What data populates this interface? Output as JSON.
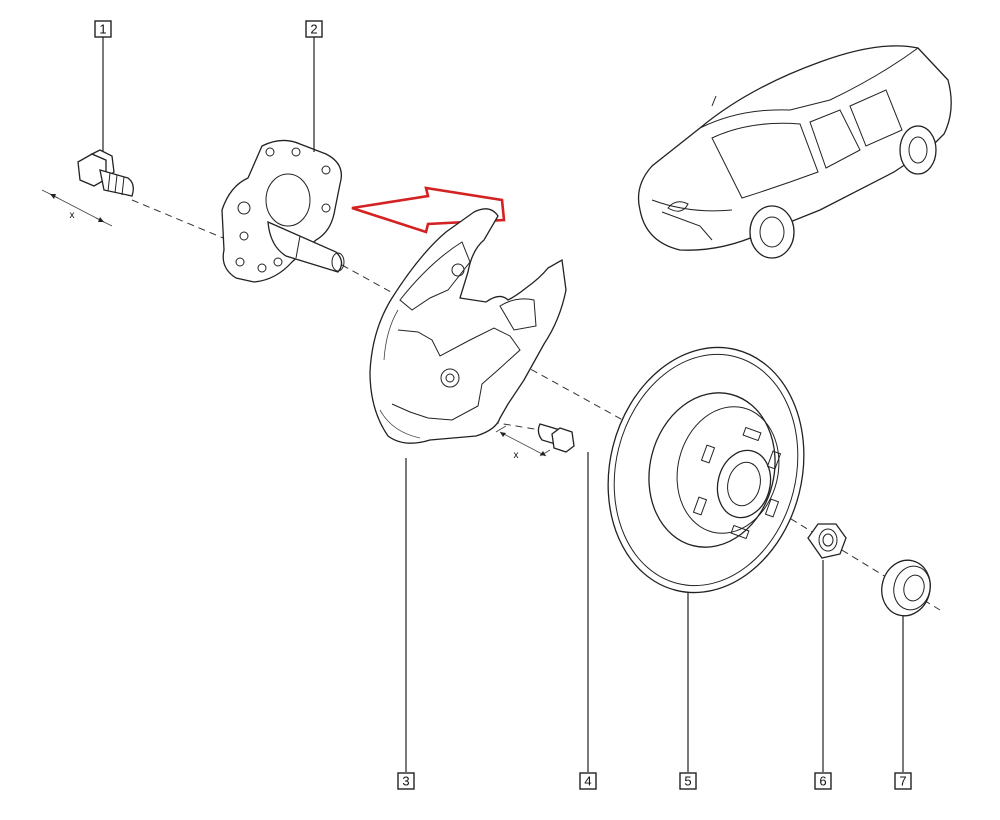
{
  "callouts": [
    "1",
    "2",
    "3",
    "4",
    "5",
    "6",
    "7"
  ],
  "dimension_label": "x",
  "colors": {
    "line": "#222222",
    "indicator_arrow": "#d42222",
    "background": "#ffffff"
  }
}
